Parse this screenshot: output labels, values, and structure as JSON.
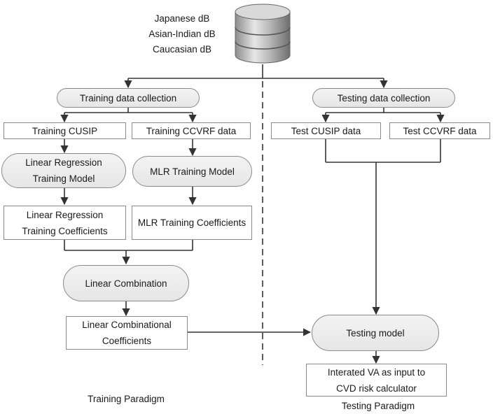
{
  "database": {
    "labels": [
      "Japanese dB",
      "Asian-Indian dB",
      "Caucasian dB"
    ]
  },
  "training": {
    "collection": "Training data collection",
    "cusip": "Training CUSIP",
    "ccvrf": "Training CCVRF data",
    "lr_model": [
      "Linear Regression",
      "Training Model"
    ],
    "mlr_model": "MLR Training Model",
    "lr_coef": [
      "Linear Regression",
      "Training Coefficients"
    ],
    "mlr_coef": "MLR Training Coefficients",
    "combination": "Linear Combination",
    "comb_coef": [
      "Linear Combinational",
      "Coefficients"
    ],
    "paradigm": "Training Paradigm"
  },
  "testing": {
    "collection": "Testing data collection",
    "cusip": "Test CUSIP data",
    "ccvrf": "Test CCVRF data",
    "model": "Testing model",
    "output": [
      "Interated VA as input to",
      "CVD risk calculator"
    ],
    "paradigm": "Testing Paradigm"
  },
  "colors": {
    "line": "#333333",
    "border": "#8a8a8a",
    "pill_fill": "#ececec"
  }
}
